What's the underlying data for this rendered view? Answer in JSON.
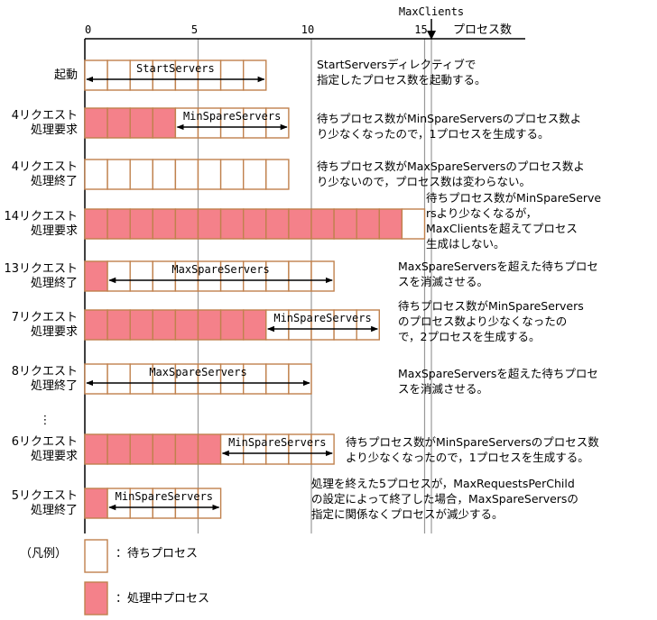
{
  "colors": {
    "busy_fill": "#f4818a",
    "box_stroke": "#c0814d",
    "grid": "#999999",
    "axis": "#000000"
  },
  "axis": {
    "ticks": [
      "0",
      "5",
      "10",
      "15"
    ],
    "unit_label": "プロセス数",
    "maxclients_label": "MaxClients",
    "maxclients_value": 15.3
  },
  "rows": [
    {
      "label": [
        "起動"
      ],
      "busy": 0,
      "idle": 8,
      "arrow": {
        "from": 0,
        "to": 8,
        "label": "StartServers"
      },
      "desc": [
        "StartServersディレクティブで",
        "指定したプロセス数を起動する。"
      ]
    },
    {
      "label": [
        "4リクエスト",
        "処理要求"
      ],
      "busy": 4,
      "idle": 5,
      "arrow": {
        "from": 4,
        "to": 9,
        "label": "MinSpareServers"
      },
      "desc": [
        "待ちプロセス数がMinSpareServersのプロセス数よ",
        "り少なくなったので，1プロセスを生成する。"
      ]
    },
    {
      "label": [
        "4リクエスト",
        "処理終了"
      ],
      "busy": 0,
      "idle": 9,
      "arrow": null,
      "desc": [
        "待ちプロセス数がMaxSpareServersのプロセス数よ",
        "り少ないので，プロセス数は変わらない。"
      ]
    },
    {
      "label": [
        "14リクエスト",
        "処理要求"
      ],
      "busy": 14,
      "idle": 1,
      "arrow": null,
      "desc": [
        "待ちプロセス数がMinSpareServe",
        "rsより少なくなるが，",
        "MaxClientsを超えてプロセス",
        "生成はしない。"
      ]
    },
    {
      "label": [
        "13リクエスト",
        "処理終了"
      ],
      "busy": 1,
      "idle": 10,
      "arrow": {
        "from": 1,
        "to": 11,
        "label": "MaxSpareServers"
      },
      "desc": [
        "MaxSpareServersを超えた待ちプロセ",
        "スを消滅させる。"
      ]
    },
    {
      "label": [
        "7リクエスト",
        "処理要求"
      ],
      "busy": 8,
      "idle": 5,
      "arrow": {
        "from": 8,
        "to": 13,
        "label": "MinSpareServers"
      },
      "desc": [
        "待ちプロセス数がMinSpareServers",
        "のプロセス数より少なくなったの",
        "で，2プロセスを生成する。"
      ]
    },
    {
      "label": [
        "8リクエスト",
        "処理終了"
      ],
      "busy": 0,
      "idle": 10,
      "arrow": {
        "from": 0,
        "to": 10,
        "label": "MaxSpareServers"
      },
      "desc": [
        "MaxSpareServersを超えた待ちプロセ",
        "スを消滅させる。"
      ]
    },
    {
      "label": [
        "6リクエスト",
        "処理要求"
      ],
      "busy": 6,
      "idle": 5,
      "arrow": {
        "from": 6,
        "to": 11,
        "label": "MinSpareServers"
      },
      "desc": [
        "待ちプロセス数がMinSpareServersのプロセス数",
        "より少なくなったので，1プロセスを生成する。"
      ]
    },
    {
      "label": [
        "5リクエスト",
        "処理終了"
      ],
      "busy": 1,
      "idle": 5,
      "arrow": {
        "from": 1,
        "to": 6,
        "label": "MinSpareServers"
      },
      "desc": [
        "処理を終えた5プロセスが，MaxRequestsPerChild",
        "の設定によって終了した場合，MaxSpareServersの",
        "指定に関係なくプロセスが減少する。"
      ]
    }
  ],
  "ellipsis": "⋮",
  "legend": {
    "title": "（凡例）",
    "idle_label": "：待ちプロセス",
    "busy_label": "：処理中プロセス"
  }
}
